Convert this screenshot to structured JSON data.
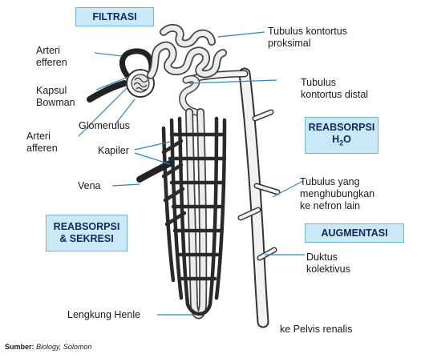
{
  "boxes": {
    "filtrasi": "FILTRASI",
    "reabsorpsi_h2o_line1": "REABSORPSI",
    "reabsorpsi_h2o_h": "H",
    "reabsorpsi_h2o_sub": "2",
    "reabsorpsi_h2o_o": "O",
    "reabsorpsi_sekresi_line1": "REABSORPSI",
    "reabsorpsi_sekresi_line2": "& SEKRESI",
    "augmentasi": "AUGMENTASI"
  },
  "labels": {
    "arteri_efferen_1": "Arteri",
    "arteri_efferen_2": "efferen",
    "kapsul_bowman_1": "Kapsul",
    "kapsul_bowman_2": "Bowman",
    "arteri_afferen_1": "Arteri",
    "arteri_afferen_2": "afferen",
    "glomerulus": "Glomerulus",
    "kapiler": "Kapiler",
    "vena": "Vena",
    "lengkung_henle": "Lengkung Henle",
    "tubulus_proksimal_1": "Tubulus kontortus",
    "tubulus_proksimal_2": "proksimal",
    "tubulus_distal_1": "Tubulus",
    "tubulus_distal_2": "kontortus distal",
    "tubulus_penghubung_1": "Tubulus yang",
    "tubulus_penghubung_2": "menghubungkan",
    "tubulus_penghubung_3": "ke nefron lain",
    "duktus_kolektivus_1": "Duktus",
    "duktus_kolektivus_2": "kolektivus",
    "pelvis_renalis": "ke Pelvis renalis"
  },
  "source": {
    "prefix": "Sumber:",
    "citation": "Biology, Solomon"
  },
  "colors": {
    "box_fill": "#c9e9f7",
    "box_border": "#6fb6d6",
    "box_text": "#15285e",
    "leader_line": "#2e86c1",
    "vessel_dark": "#2a2a2a",
    "tubule_light": "#eeeeee"
  }
}
